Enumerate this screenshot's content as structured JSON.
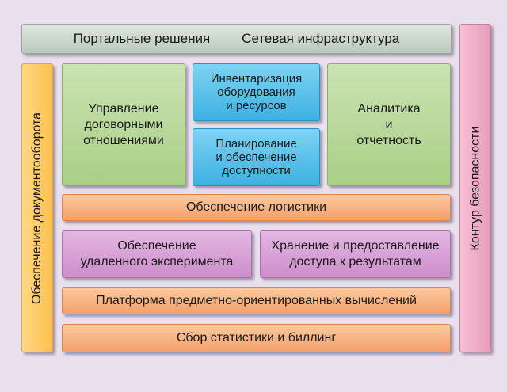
{
  "blocks": {
    "portal": "Портальные решения",
    "network": "Сетевая инфраструктура",
    "docflow": "Обеспечение документооборота",
    "security": "Контур безопасности",
    "contracts": "Управление\nдоговорными\nотношениями",
    "inventory": "Инвентаризация\nоборудования\nи ресурсов",
    "planning": "Планирование\nи обеспечение\nдоступности",
    "analytics": "Аналитика\nи\nотчетность",
    "logistics": "Обеспечение логистики",
    "remote": "Обеспечение\nудаленного эксперимента",
    "storage": "Хранение и предоставление\nдоступа к результатам",
    "platform": "Платформа предметно-ориентированных вычислений",
    "billing": "Сбор статистики и биллинг"
  },
  "colors": {
    "background": "#e9e0ee",
    "gray": "#c8d6c9",
    "green": "#b6d898",
    "blue": "#4fbbe6",
    "orange": "#f6ad7c",
    "purple": "#d69fd5",
    "yellow": "#fdc866",
    "pink": "#eeaec8"
  }
}
